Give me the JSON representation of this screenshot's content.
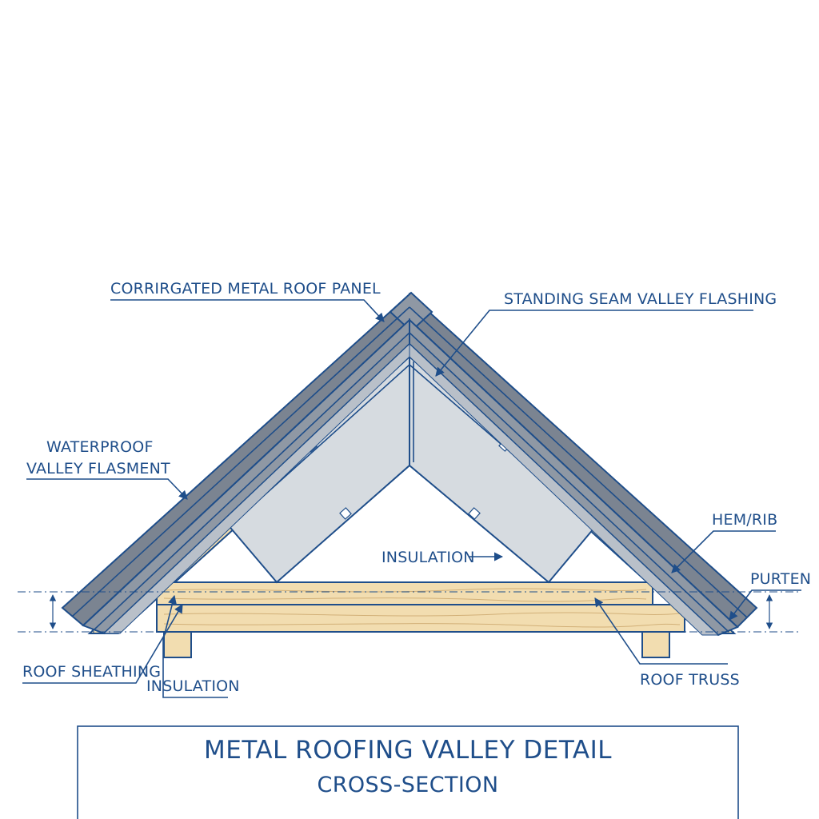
{
  "colors": {
    "ink": "#1f4e8a",
    "metal_panel": "#7b8491",
    "flashing": "#8f98a4",
    "insulation": "#d6dbe0",
    "wood": "#f2ddb0"
  },
  "labels": {
    "corrugated_panel": "CORRIRGATED METAL ROOF PANEL",
    "standing_seam": "STANDING SEAM VALLEY FLASHING",
    "waterproof_line1": "WATERPROOF",
    "waterproof_line2": "VALLEY FLASMENT",
    "hem_rib": "HEM/RIB",
    "insulation_center": "INSULATION",
    "purten": "PURTEN",
    "roof_sheathing": "ROOF SHEATHING",
    "insulation_bottom": "INSULATION",
    "roof_truss": "ROOF TRUSS"
  },
  "title": {
    "main": "METAL ROOFING VALLEY DETAIL",
    "sub": "CROSS-SECTION"
  }
}
